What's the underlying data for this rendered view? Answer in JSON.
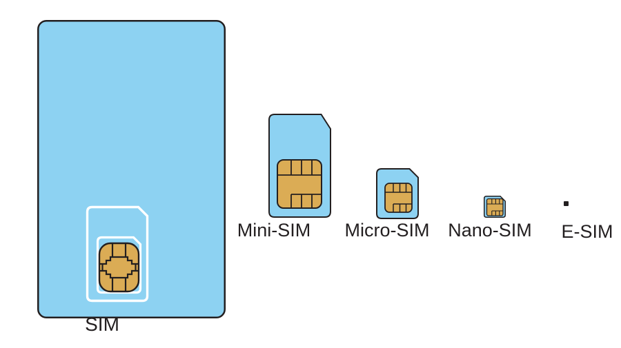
{
  "colors": {
    "background": "#ffffff",
    "card_blue": "#8dd2f2",
    "chip_gold": "#dbac55",
    "outline_dark": "#231f20",
    "cutout_white": "#ffffff",
    "label_text": "#231f20"
  },
  "cards": [
    {
      "id": "full-sim",
      "label": "SIM"
    },
    {
      "id": "mini-sim",
      "label": "Mini-SIM"
    },
    {
      "id": "micro-sim",
      "label": "Micro-SIM"
    },
    {
      "id": "nano-sim",
      "label": "Nano-SIM"
    },
    {
      "id": "e-sim",
      "label": "E-SIM"
    }
  ]
}
